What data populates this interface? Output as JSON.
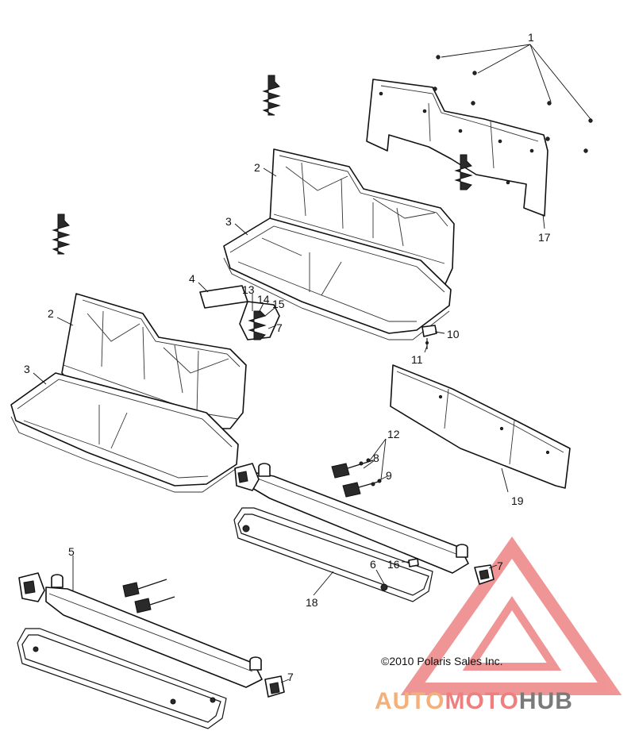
{
  "callouts": {
    "c1": "1",
    "c2a": "2",
    "c2b": "2",
    "c3a": "3",
    "c3b": "3",
    "c4": "4",
    "c5": "5",
    "c6": "6",
    "c7a": "7",
    "c7b": "7",
    "c7c": "7",
    "c8": "8",
    "c9": "9",
    "c10": "10",
    "c11": "11",
    "c12": "12",
    "c13": "13",
    "c14": "14",
    "c15": "15",
    "c16": "16",
    "c17": "17",
    "c18": "18",
    "c19": "19"
  },
  "copyright": "©2010 Polaris Sales Inc.",
  "watermark": {
    "part1": "AUTO",
    "part2": "MOTO",
    "part3": "HUB",
    "colors": {
      "orange": "#f3b07a",
      "red": "#ef7f7f",
      "grey": "#7a7a7a"
    }
  }
}
